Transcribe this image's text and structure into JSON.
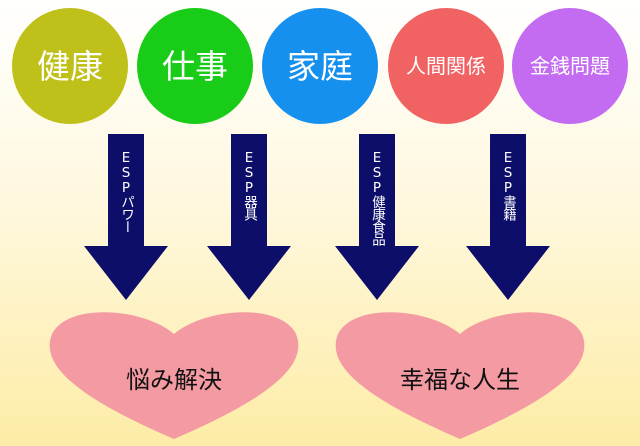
{
  "colors": {
    "health": "#c0c01a",
    "work": "#18cc18",
    "family": "#1690ee",
    "relationships": "#f16363",
    "money": "#c36cf2",
    "arrow": "#0c0e6a",
    "heart": "#f49aa2"
  },
  "circles": [
    {
      "label": "健康",
      "color": "#c0c01a"
    },
    {
      "label": "仕事",
      "color": "#18cc18"
    },
    {
      "label": "家庭",
      "color": "#1690ee"
    },
    {
      "label": "人間関係",
      "color": "#f16363"
    },
    {
      "label": "金銭問題",
      "color": "#c36cf2"
    }
  ],
  "arrows": [
    {
      "label": "ESPパワー"
    },
    {
      "label": "ESP器具"
    },
    {
      "label": "ESP健康食品"
    },
    {
      "label": "ESP書籍"
    }
  ],
  "hearts": [
    {
      "label": "悩み解決"
    },
    {
      "label": "幸福な人生"
    }
  ]
}
